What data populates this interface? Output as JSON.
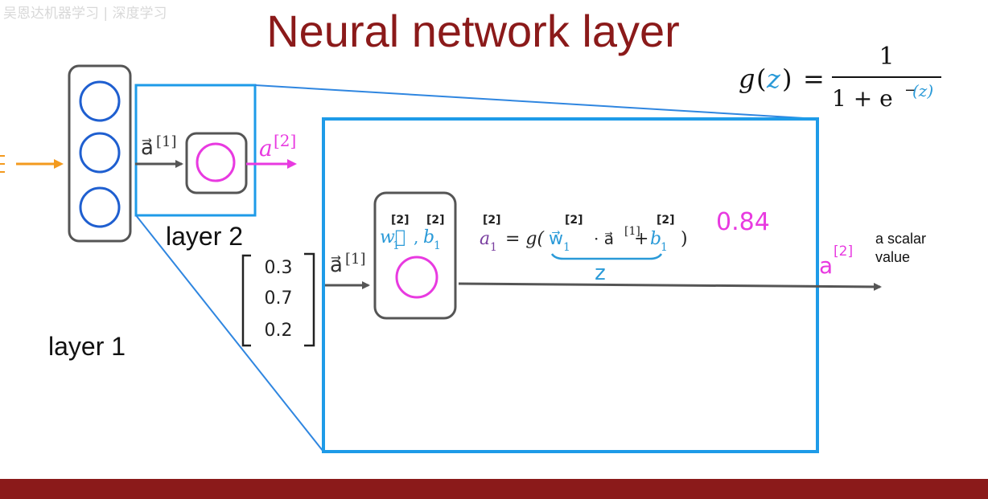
{
  "watermark": "吴恩达机器学习 | 深度学习",
  "title": "Neural network layer",
  "formula": {
    "g": "g",
    "z": "z",
    "equals": "=",
    "numerator": "1",
    "denominator": "1 + e",
    "exponent_minus": "−",
    "exponent_z": "(z)"
  },
  "overview": {
    "input_label": "a⃗",
    "input_superscript": "[1]",
    "output_label": "a",
    "output_superscript": "[2]"
  },
  "layer_labels": {
    "layer2": "layer 2",
    "layer1": "layer 1"
  },
  "detail": {
    "input_label": "a⃗",
    "input_superscript": "[1]",
    "vector_values": [
      "0.3",
      "0.7",
      "0.2"
    ],
    "param_w": "w⃗",
    "param_b": "b",
    "sub_1": "1",
    "super_2": "[2]",
    "equation_a": "a",
    "equation_eq": "= g(",
    "equation_dot": "· a⃗",
    "equation_plus": "+",
    "equation_close": ")",
    "equation_eq_super": "[1]",
    "z_label": "z",
    "result": "0.84",
    "output_a": "a",
    "output_super": "[2]",
    "scalar_line1": "a scalar",
    "scalar_line2": "value"
  },
  "colors": {
    "title": "#8b1a1a",
    "blue_neuron": "#1f5fd0",
    "magenta": "#e83ae0",
    "highlight_box": "#1e9be8",
    "orange_arrow": "#f39a1e",
    "gray": "#555555",
    "footer": "#8b1a1a"
  }
}
